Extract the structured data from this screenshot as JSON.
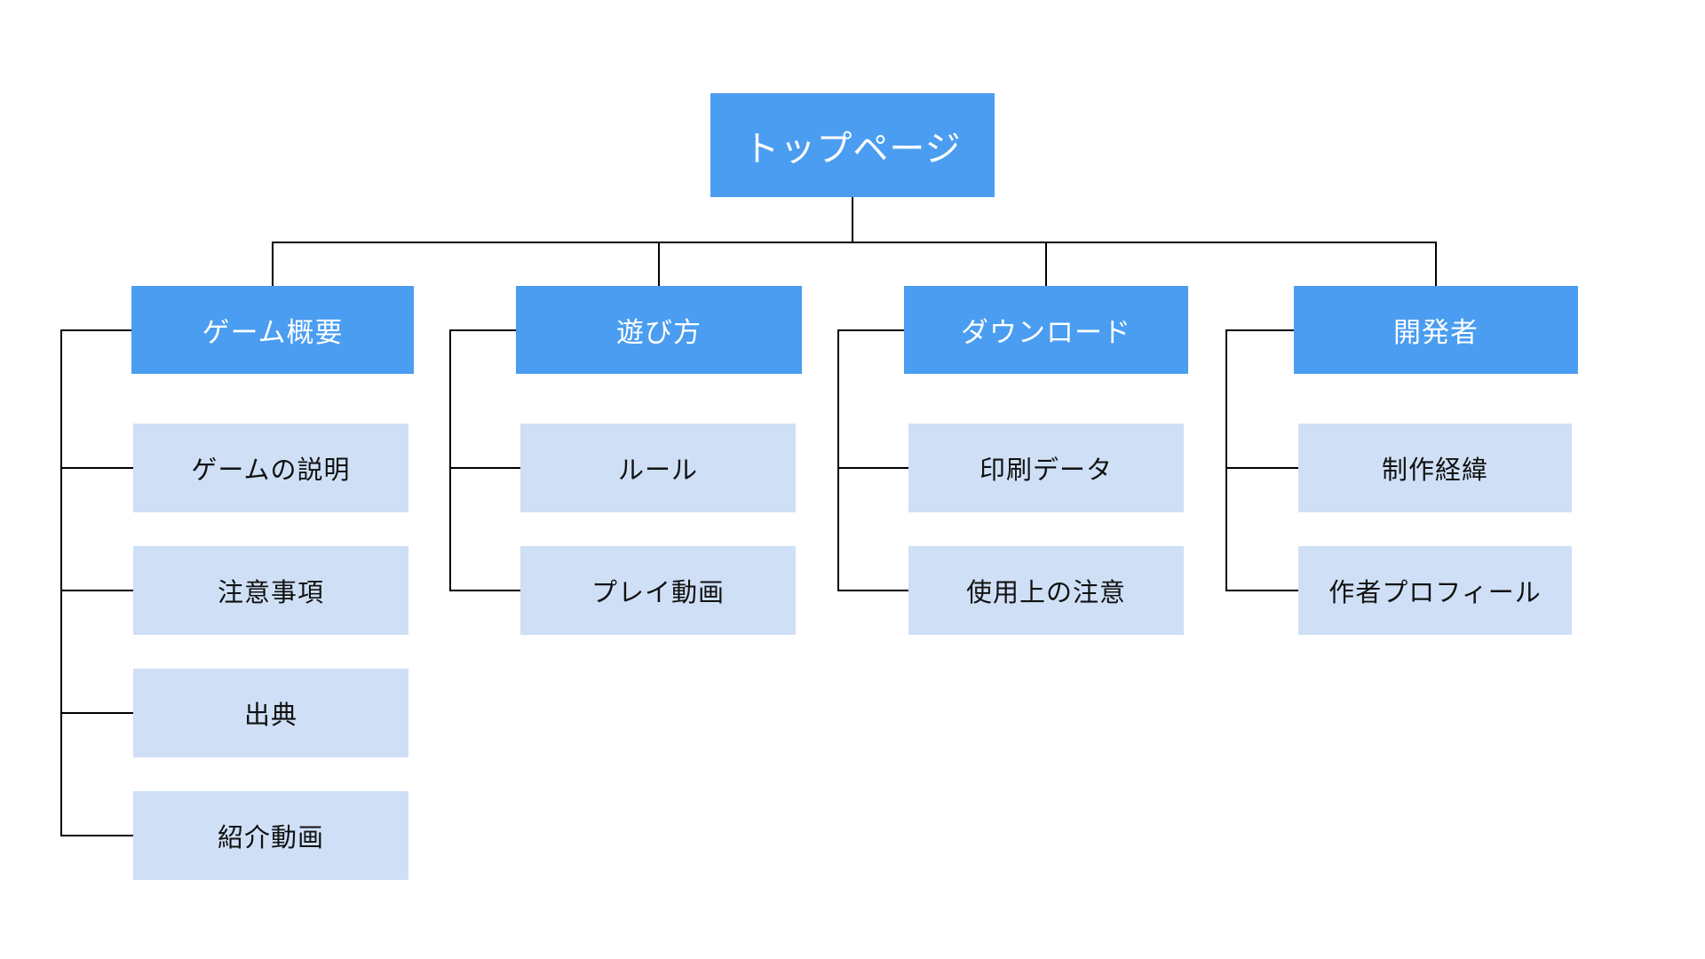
{
  "diagram": {
    "root_label": "トップページ",
    "sections": [
      {
        "label": "ゲーム概要",
        "children": [
          "ゲームの説明",
          "注意事項",
          "出典",
          "紹介動画"
        ]
      },
      {
        "label": "遊び方",
        "children": [
          "ルール",
          "プレイ動画"
        ]
      },
      {
        "label": "ダウンロード",
        "children": [
          "印刷データ",
          "使用上の注意"
        ]
      },
      {
        "label": "開発者",
        "children": [
          "制作経緯",
          "作者プロフィール"
        ]
      }
    ],
    "colors": {
      "header_bg": "#4A9DF0",
      "child_bg": "#CFE0F6",
      "connector": "#000000",
      "header_text": "#FFFFFF",
      "child_text": "#111111",
      "background": "#FFFFFF"
    }
  }
}
